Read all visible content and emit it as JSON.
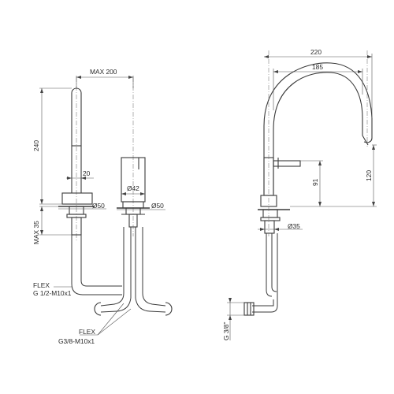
{
  "labels": {
    "max_200": "MAX 200",
    "dim_240": "240",
    "dim_20": "20",
    "dia_42": "Ø42",
    "dia_50_left": "Ø50",
    "dia_50_right": "Ø50",
    "max_35": "MAX 35",
    "flex_1": "FLEX",
    "flex_1_spec": "G 1/2-M10x1",
    "flex_2": "FLEX",
    "flex_2_spec": "G3/8-M10x1",
    "dim_220": "220",
    "dim_185": "185",
    "dim_91": "91",
    "dim_120": "120",
    "dia_35": "Ø35",
    "g_3_8": "G 3/8\""
  },
  "colors": {
    "line": "#3a3a3a",
    "dimension": "#555555",
    "background": "#ffffff"
  }
}
